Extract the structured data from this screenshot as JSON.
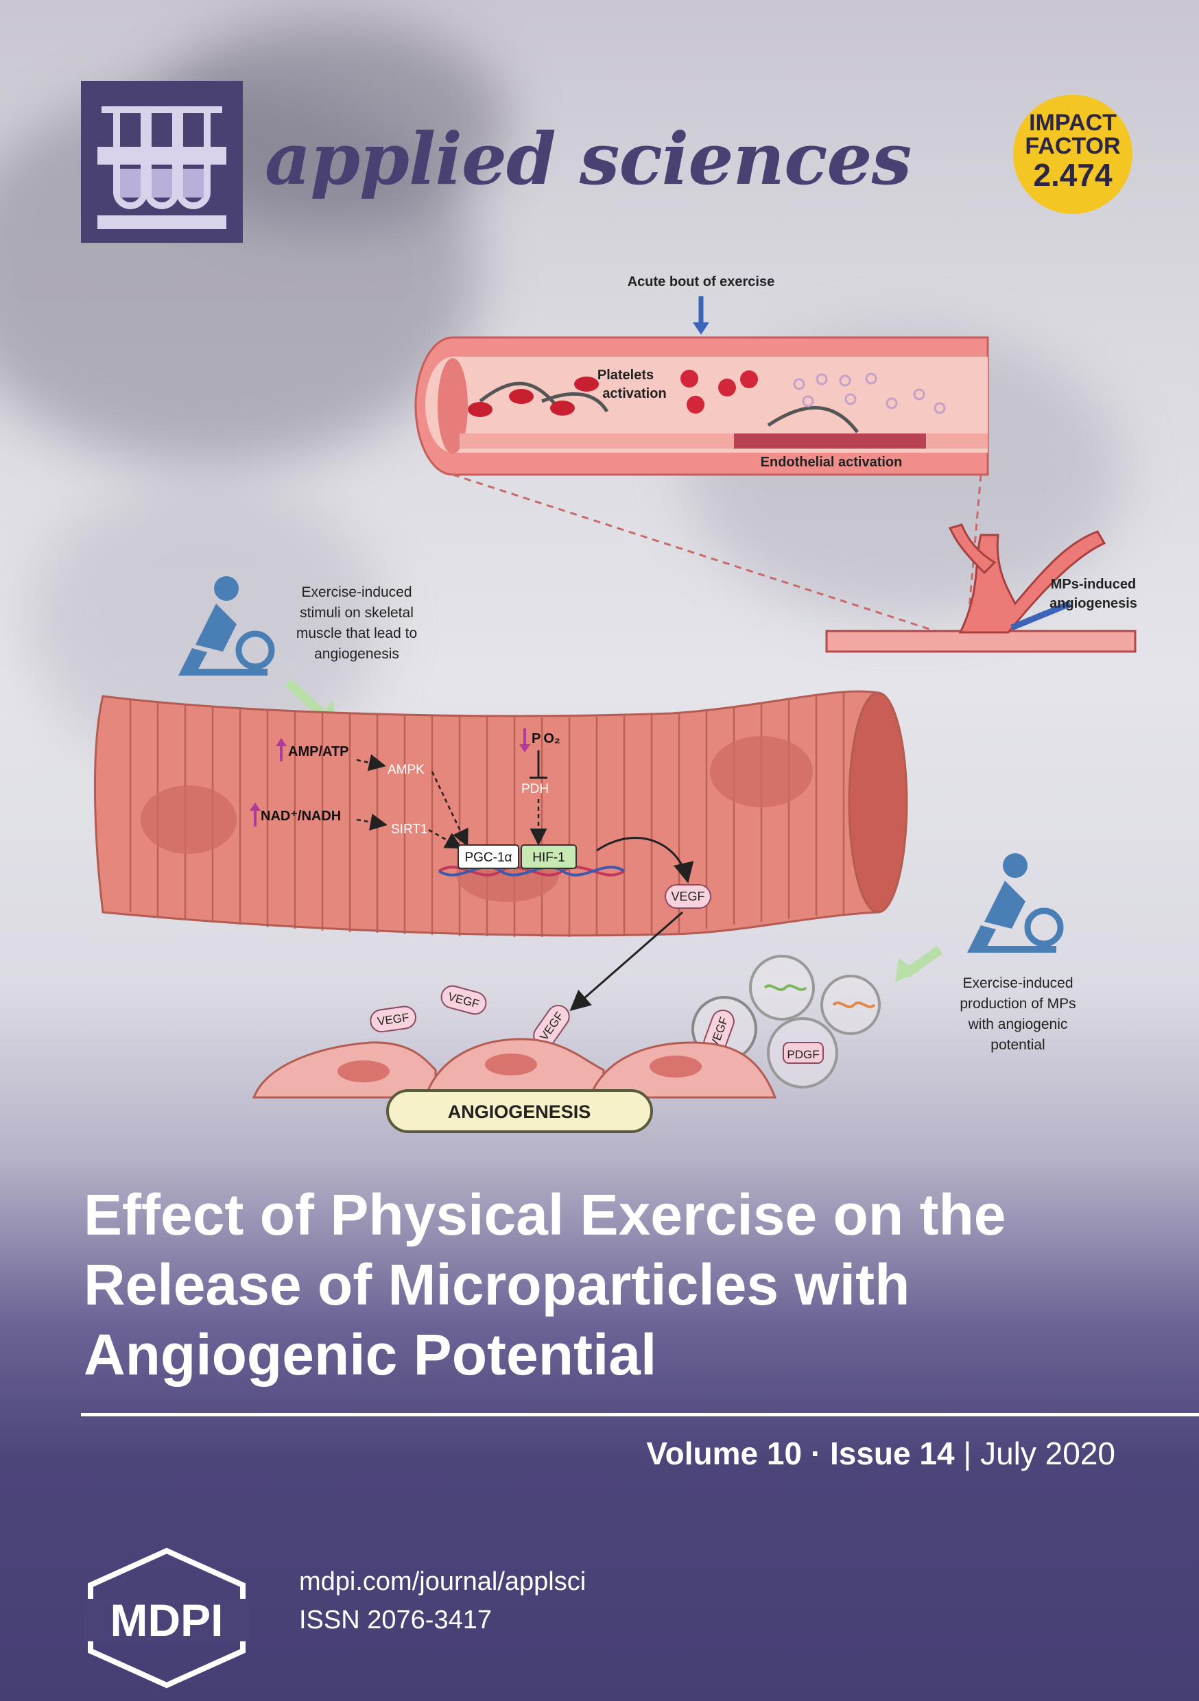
{
  "journal": {
    "name": "applied sciences"
  },
  "impact_factor": {
    "line1": "IMPACT",
    "line2": "FACTOR",
    "value": "2.474"
  },
  "figure": {
    "acute_bout": "Acute bout of exercise",
    "platelets_line1": "Platelets",
    "platelets_line2": "activation",
    "endothelial": "Endothelial activation",
    "mps_line1": "MPs-induced",
    "mps_line2": "angiogenesis",
    "stimuli": [
      "Exercise-induced",
      "stimuli on skeletal",
      "muscle that lead to",
      "angiogenesis"
    ],
    "amp_atp": "AMP/ATP",
    "ampk": "AMPK",
    "nad": "NAD⁺/NADH",
    "sirt1": "SIRT1",
    "po2": "P O₂",
    "pdh": "PDH",
    "pgc": "PGC-1α",
    "hif": "HIF-1",
    "vegf": "VEGF",
    "pdgf": "PDGF",
    "production": [
      "Exercise-induced",
      "production of MPs",
      "with angiogenic",
      "potential"
    ],
    "angiogenesis": "ANGIOGENESIS"
  },
  "article": {
    "title_lines": [
      "Effect of Physical Exercise on the",
      "Release of Microparticles with",
      "Angiogenic Potential"
    ]
  },
  "issue": {
    "volume": "Volume 10",
    "sep": "·",
    "issue": "Issue 14",
    "bar": "|",
    "date": "July 2020"
  },
  "publisher": {
    "logo_text": "MDPI",
    "url": "mdpi.com/journal/applsci",
    "issn": "ISSN 2076-3417"
  },
  "colors": {
    "brand": "#4a4173",
    "badge": "#f3c624",
    "vessel": "#e88a86",
    "muscle": "#e0786e"
  }
}
